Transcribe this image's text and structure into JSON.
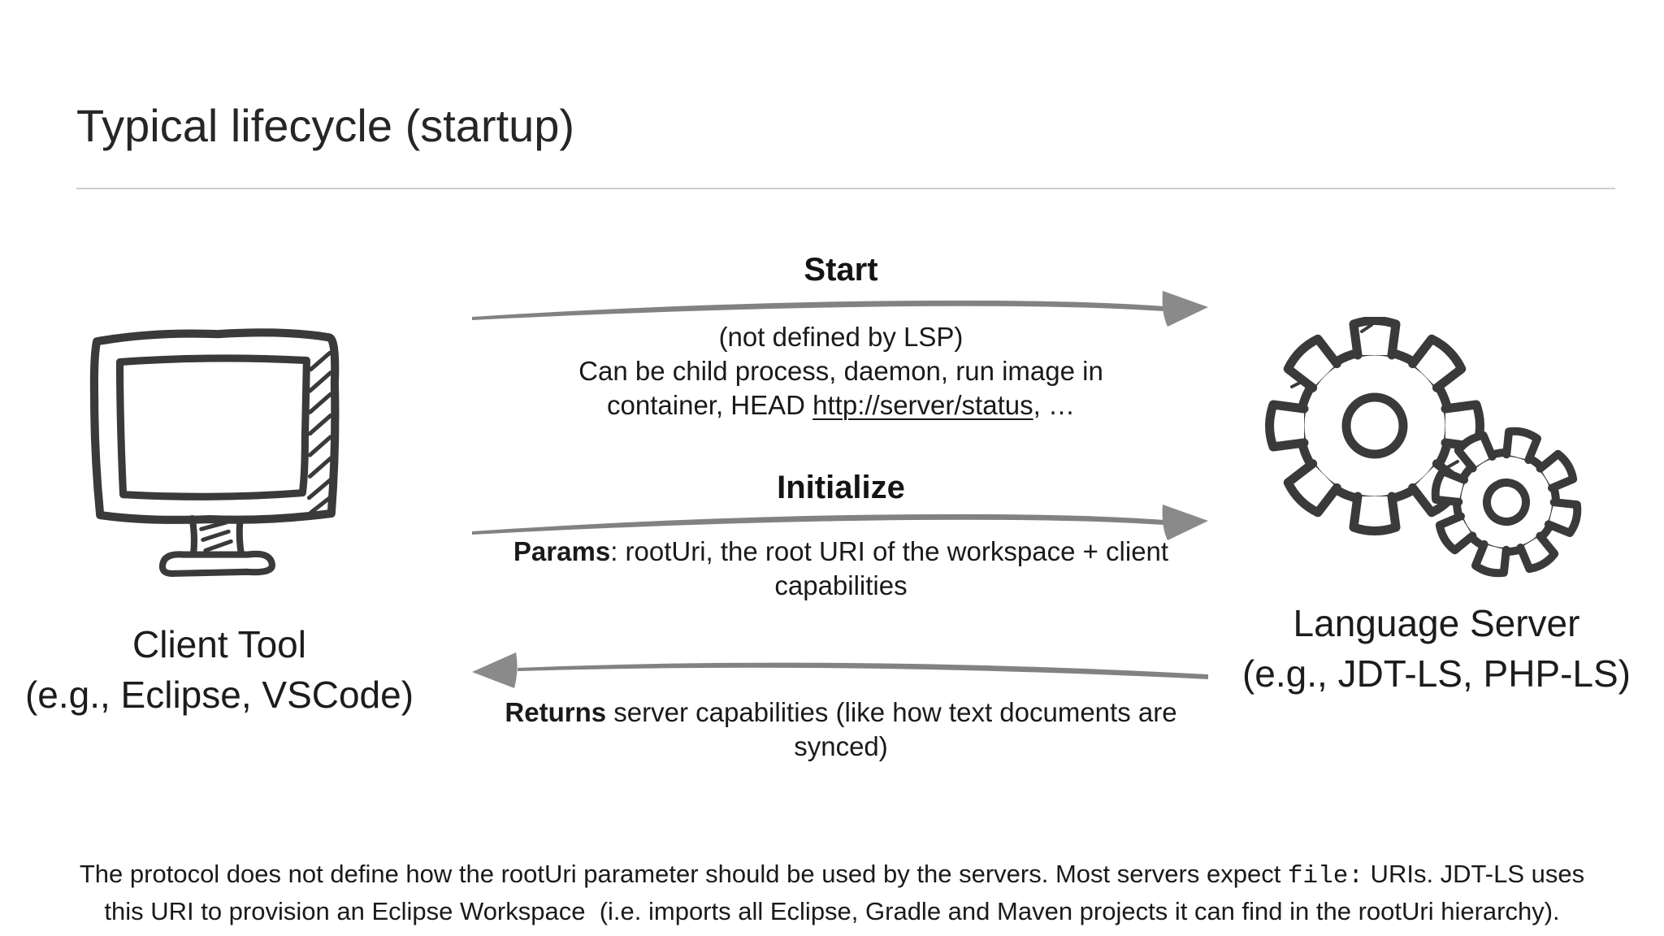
{
  "title": "Typical lifecycle (startup)",
  "colors": {
    "arrow_gray": "#828282",
    "sketch_ink": "#3a3a3a",
    "divider_gray": "#cdcdcd",
    "text": "#1a1a1a"
  },
  "client": {
    "name": "Client Tool",
    "examples": "(e.g., Eclipse, VSCode)",
    "icon": "monitor-sketch-icon"
  },
  "server": {
    "name": "Language Server",
    "examples": "(e.g., JDT-LS, PHP-LS)",
    "icon": "gears-sketch-icon"
  },
  "messages": {
    "start": {
      "label": "Start",
      "direction": "client-to-server",
      "note_line1": "(not defined by LSP)",
      "note_line2": "Can be child process, daemon, run image in",
      "note_line3_pre": "container, HEAD ",
      "note_line3_link": "http://server/status",
      "note_line3_post": ", …"
    },
    "initialize": {
      "label": "Initialize",
      "direction": "client-to-server",
      "note_bold": "Params",
      "note_line1_rest": ": rootUri, the root URI of the workspace + client",
      "note_line2": "capabilities"
    },
    "initialize_response": {
      "direction": "server-to-client",
      "note_bold": "Returns",
      "note_line1_rest": " server capabilities (like how text documents are",
      "note_line2": "synced)"
    }
  },
  "footer": {
    "line1_pre": "The protocol does not define how the rootUri parameter should be used by the servers. Most servers expect ",
    "line1_code": "file:",
    "line1_post": " URIs. JDT-LS uses",
    "line2": "this URI to provision an Eclipse Workspace  (i.e. imports all Eclipse, Gradle and Maven projects it can find in the rootUri hierarchy)."
  }
}
